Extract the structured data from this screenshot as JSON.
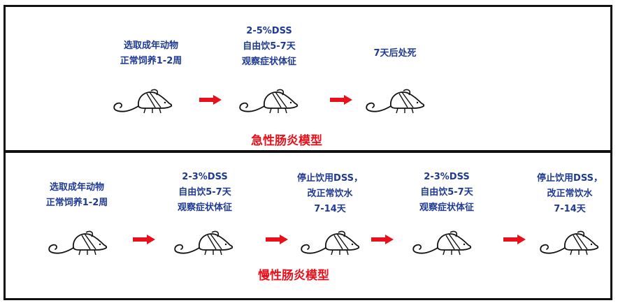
{
  "acute": {
    "title": "急性肠炎模型",
    "steps": [
      {
        "lines": [
          "选取成年动物",
          "正常饲养1-2周"
        ]
      },
      {
        "lines": [
          "2-5%DSS",
          "自由饮5-7天",
          "观察症状体征"
        ]
      },
      {
        "lines": [
          "7天后处死"
        ]
      }
    ]
  },
  "chronic": {
    "title": "慢性肠炎模型",
    "steps": [
      {
        "lines": [
          "选取成年动物",
          "正常饲养1-2周"
        ]
      },
      {
        "lines": [
          "2-3%DSS",
          "自由饮5-7天",
          "观察症状体征"
        ]
      },
      {
        "lines": [
          "停止饮用DSS，",
          "改正常饮水",
          "7-14天"
        ]
      },
      {
        "lines": [
          "2-3%DSS",
          "自由饮5-7天",
          "观察症状体征"
        ]
      },
      {
        "lines": [
          "停止饮用DSS，",
          "改正常饮水",
          "7-14天"
        ]
      }
    ]
  },
  "colors": {
    "text": "#1f3a93",
    "arrow": "#e8101a",
    "title": "#e8101a",
    "border": "#111111"
  },
  "icons": {
    "mouse": "mouse-icon",
    "arrow": "right-arrow-icon"
  }
}
